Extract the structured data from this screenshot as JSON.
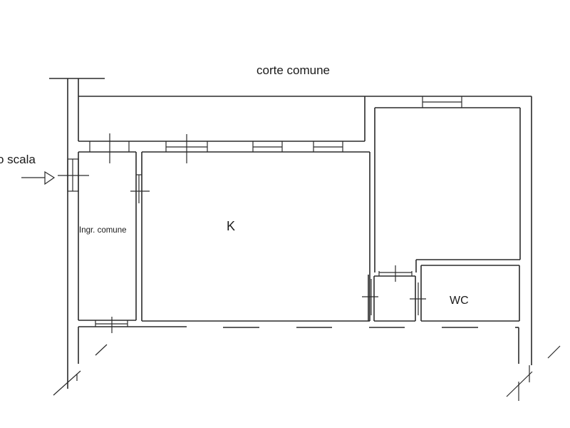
{
  "plan": {
    "labels": {
      "courtyard": "corte comune",
      "stair_access": "o scala",
      "common_entrance": "Ingr. comune",
      "kitchen": "K",
      "toilet": "WC"
    },
    "colors": {
      "background": "#ffffff",
      "line": "#2a2a2a",
      "text": "#1a1a1a"
    }
  }
}
